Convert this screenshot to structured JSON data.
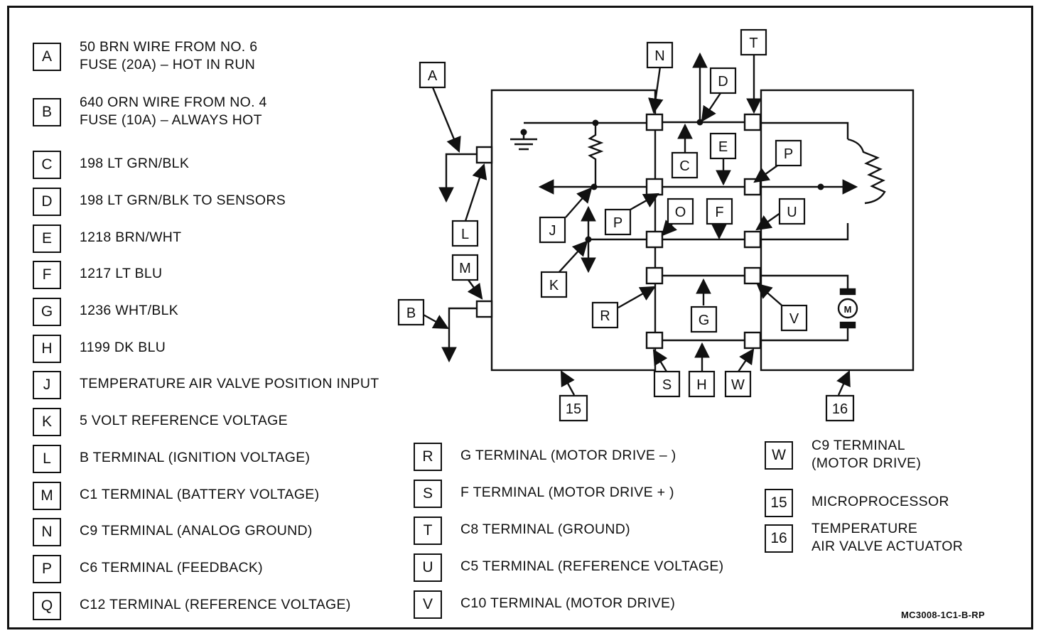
{
  "legend_left": [
    {
      "key": "A",
      "text": "50 BRN WIRE FROM NO. 6\nFUSE (20A)  –  HOT IN RUN"
    },
    {
      "key": "B",
      "text": "640 ORN WIRE FROM NO. 4\nFUSE (10A)  –  ALWAYS HOT"
    },
    {
      "key": "C",
      "text": "198 LT GRN/BLK"
    },
    {
      "key": "D",
      "text": "198 LT GRN/BLK TO SENSORS"
    },
    {
      "key": "E",
      "text": "1218 BRN/WHT"
    },
    {
      "key": "F",
      "text": "1217 LT BLU"
    },
    {
      "key": "G",
      "text": "1236 WHT/BLK"
    },
    {
      "key": "H",
      "text": "1199 DK BLU"
    },
    {
      "key": "J",
      "text": "TEMPERATURE AIR VALVE POSITION INPUT"
    },
    {
      "key": "K",
      "text": "5 VOLT REFERENCE VOLTAGE"
    },
    {
      "key": "L",
      "text": "B TERMINAL (IGNITION VOLTAGE)"
    },
    {
      "key": "M",
      "text": "C1 TERMINAL (BATTERY VOLTAGE)"
    },
    {
      "key": "N",
      "text": "C9 TERMINAL (ANALOG GROUND)"
    },
    {
      "key": "P",
      "text": "C6 TERMINAL (FEEDBACK)"
    },
    {
      "key": "Q",
      "text": "C12 TERMINAL (REFERENCE VOLTAGE)"
    }
  ],
  "legend_mid": [
    {
      "key": "R",
      "text": "G TERMINAL (MOTOR DRIVE – )"
    },
    {
      "key": "S",
      "text": "F TERMINAL (MOTOR DRIVE  + )"
    },
    {
      "key": "T",
      "text": "C8 TERMINAL (GROUND)"
    },
    {
      "key": "U",
      "text": "C5 TERMINAL  (REFERENCE VOLTAGE)"
    },
    {
      "key": "V",
      "text": "C10 TERMINAL (MOTOR DRIVE)"
    }
  ],
  "legend_right": [
    {
      "key": "W",
      "text": "C9 TERMINAL\n(MOTOR DRIVE)"
    },
    {
      "key": "15",
      "text": "MICROPROCESSOR"
    },
    {
      "key": "16",
      "text": "TEMPERATURE\nAIR VALVE ACTUATOR"
    }
  ],
  "callouts": {
    "A": "A",
    "B": "B",
    "C": "C",
    "D": "D",
    "E": "E",
    "F": "F",
    "G": "G",
    "H": "H",
    "J": "J",
    "K": "K",
    "L": "L",
    "M": "M",
    "N": "N",
    "O": "O",
    "P1": "P",
    "P2": "P",
    "R": "R",
    "S": "S",
    "T": "T",
    "U": "U",
    "V": "V",
    "W": "W",
    "n15": "15",
    "n16": "16",
    "motor": "M"
  },
  "code": "MC3008-1C1-B-RP"
}
